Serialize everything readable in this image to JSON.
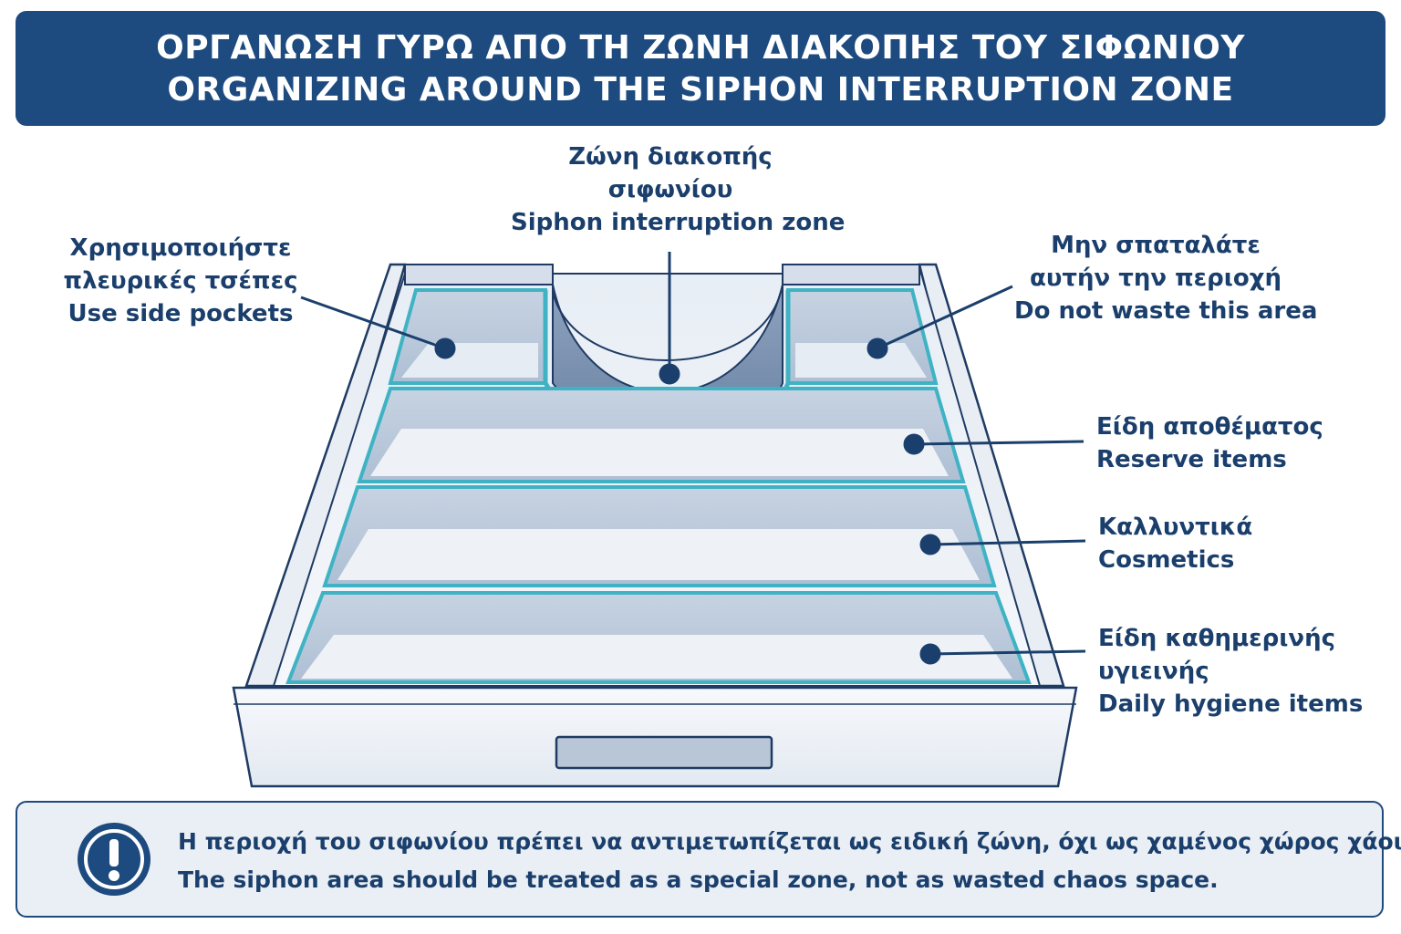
{
  "header": {
    "title_gr": "ΟΡΓΑΝΩΣΗ ΓΥΡΩ ΑΠΟ ΤΗ ΖΩΝΗ ΔΙΑΚΟΠΗΣ ΤΟΥ ΣΙΦΩΝΙΟΥ",
    "title_en": "ORGANIZING AROUND THE SIPHON INTERRUPTION ZONE"
  },
  "labels": {
    "siphon": {
      "gr1": "Ζώνη διακοπής",
      "gr2": "σιφωνίου",
      "en": "Siphon interruption zone"
    },
    "side_pockets": {
      "gr1": "Χρησιμοποιήστε",
      "gr2": "πλευρικές τσέπες",
      "en": "Use side pockets"
    },
    "no_waste": {
      "gr1": "Μην σπαταλάτε",
      "gr2": "αυτήν την περιοχή",
      "en": "Do not waste this area"
    },
    "reserve": {
      "gr": "Είδη αποθέματος",
      "en": "Reserve items"
    },
    "cosmetics": {
      "gr": "Καλλυντικά",
      "en": "Cosmetics"
    },
    "daily": {
      "gr1": "Είδη καθημερινής",
      "gr2": "υγιεινής",
      "en": "Daily hygiene items"
    }
  },
  "footer": {
    "icon": "exclamation-icon",
    "text_gr": "Η περιοχή του σιφωνίου πρέπει να αντιμετωπίζεται ως ειδική ζώνη, όχι ως χαμένος χώρος χάους.",
    "text_en": "The siphon area should be treated as a special zone, not as wasted chaos space."
  },
  "colors": {
    "header_bg": "#1d4a7f",
    "text": "#1b3f6c",
    "teal_outline": "#3fb3c4",
    "drawer_fill": "#f3f6fa",
    "compartment_fill": "#dfe6ef"
  }
}
